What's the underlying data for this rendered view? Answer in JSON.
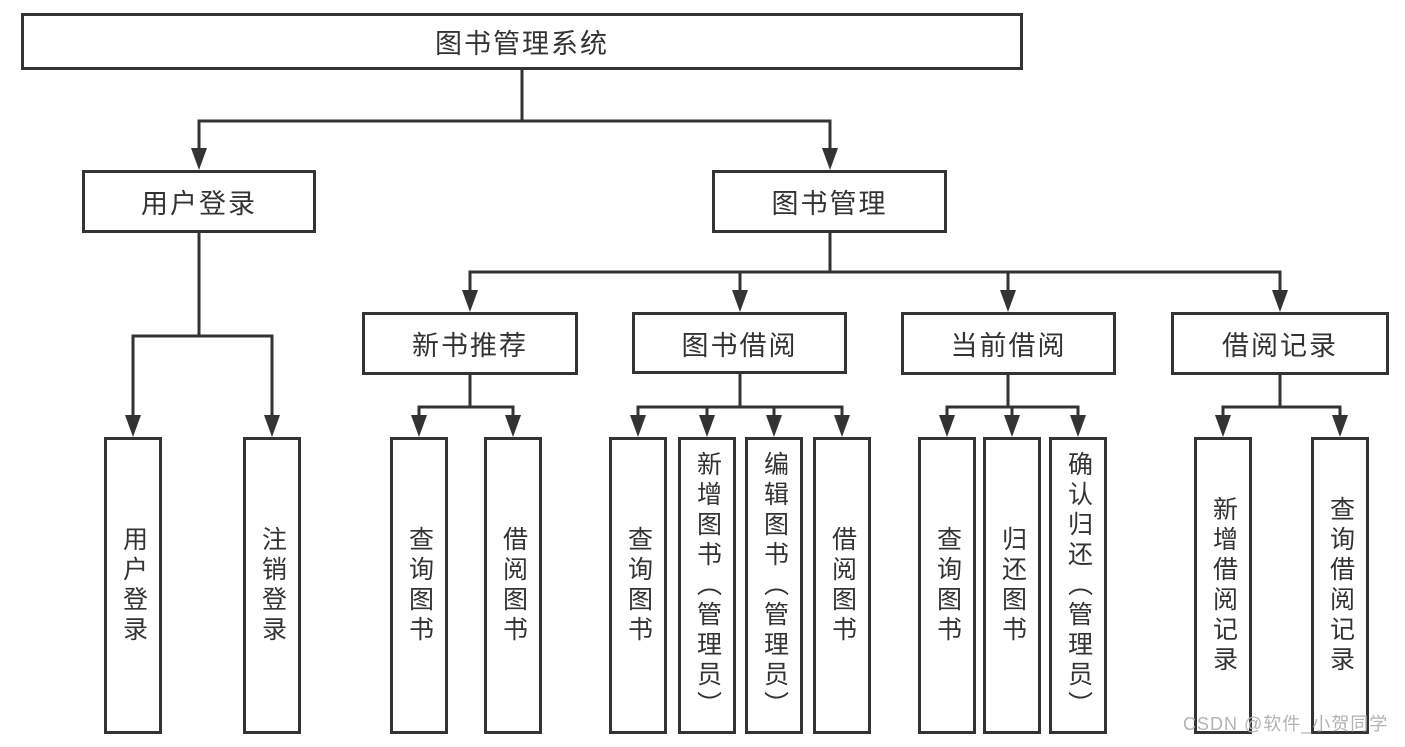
{
  "diagram": {
    "type": "hierarchy",
    "root": {
      "label": "图书管理系统"
    },
    "level2": [
      {
        "id": "user-login",
        "label": "用户登录"
      },
      {
        "id": "book-management",
        "label": "图书管理"
      }
    ],
    "level3": [
      {
        "id": "new-book-recommend",
        "label": "新书推荐",
        "parent": "图书管理"
      },
      {
        "id": "book-borrow",
        "label": "图书借阅",
        "parent": "图书管理"
      },
      {
        "id": "current-borrow",
        "label": "当前借阅",
        "parent": "图书管理"
      },
      {
        "id": "borrow-records",
        "label": "借阅记录",
        "parent": "图书管理"
      }
    ],
    "leaves": [
      {
        "id": "user-login-leaf",
        "label": "用户登录",
        "parent": "用户登录"
      },
      {
        "id": "logout",
        "label": "注销登录",
        "parent": "用户登录"
      },
      {
        "id": "query-books-1",
        "label": "查询图书",
        "parent": "新书推荐"
      },
      {
        "id": "borrow-books-1",
        "label": "借阅图书",
        "parent": "新书推荐"
      },
      {
        "id": "query-books-2",
        "label": "查询图书",
        "parent": "图书借阅"
      },
      {
        "id": "add-books-admin",
        "label": "新增图书（管理员）",
        "parent": "图书借阅"
      },
      {
        "id": "edit-books-admin",
        "label": "编辑图书（管理员）",
        "parent": "图书借阅"
      },
      {
        "id": "borrow-books-2",
        "label": "借阅图书",
        "parent": "图书借阅"
      },
      {
        "id": "query-books-3",
        "label": "查询图书",
        "parent": "当前借阅"
      },
      {
        "id": "return-books",
        "label": "归还图书",
        "parent": "当前借阅"
      },
      {
        "id": "confirm-return-admin",
        "label": "确认归还（管理员）",
        "parent": "当前借阅"
      },
      {
        "id": "add-borrow-record",
        "label": "新增借阅记录",
        "parent": "借阅记录"
      },
      {
        "id": "query-borrow-record",
        "label": "查询借阅记录",
        "parent": "借阅记录"
      }
    ],
    "colors": {
      "line": "#333333",
      "box_border": "#333333",
      "text": "#333333",
      "watermark": "#b3b3b3",
      "background": "#ffffff"
    },
    "watermark": "CSDN @软件_小贺同学"
  }
}
